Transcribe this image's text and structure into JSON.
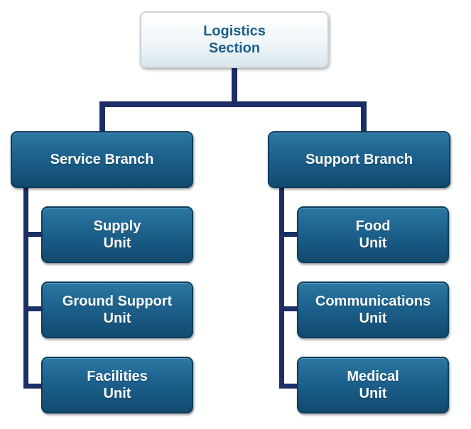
{
  "root": {
    "label": "Logistics\nSection"
  },
  "branches": [
    {
      "label": "Service Branch",
      "units": [
        {
          "label": "Supply\nUnit"
        },
        {
          "label": "Ground Support\nUnit"
        },
        {
          "label": "Facilities\nUnit"
        }
      ]
    },
    {
      "label": "Support Branch",
      "units": [
        {
          "label": "Food\nUnit"
        },
        {
          "label": "Communications\nUnit"
        },
        {
          "label": "Medical\nUnit"
        }
      ]
    }
  ],
  "colors": {
    "connector": "#1c2e66",
    "box_fill": "#1b5f8a",
    "root_text": "#1b5f8c",
    "box_text": "#ffffff"
  }
}
